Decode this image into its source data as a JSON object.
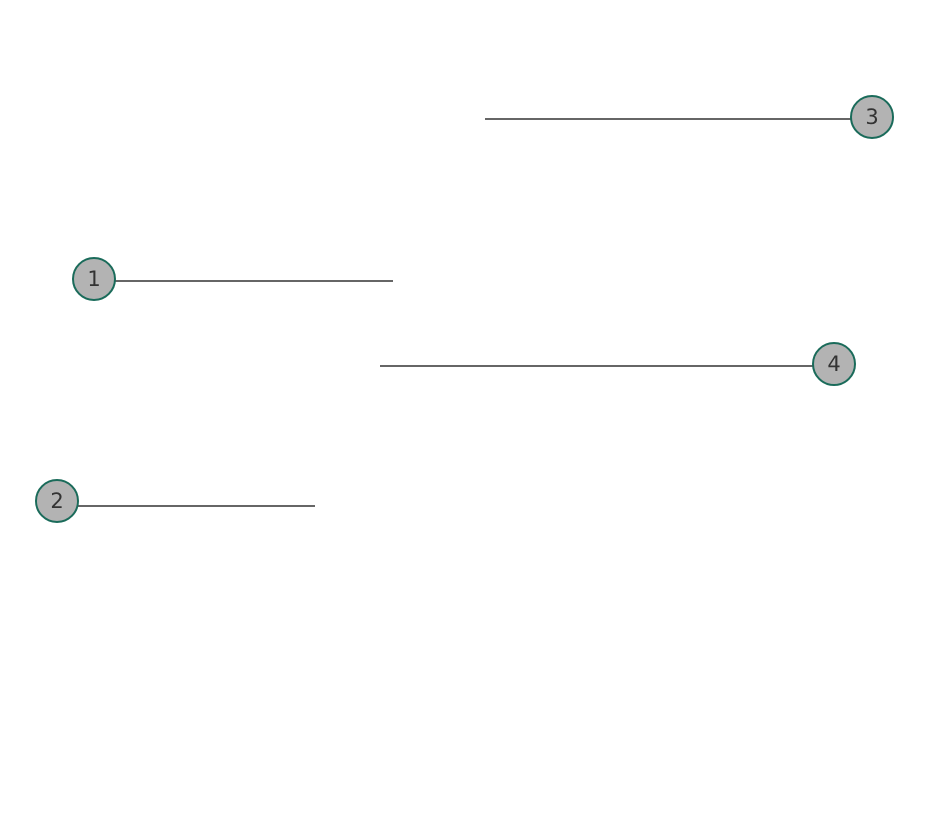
{
  "colors": {
    "background": "#ffffff",
    "leader_line": "#333333",
    "marker_fill": "#b3b3b3",
    "marker_outline": "#1a6b5a",
    "marker_text": "#333333"
  },
  "callouts": [
    {
      "number": "3"
    },
    {
      "number": "1"
    },
    {
      "number": "4"
    },
    {
      "number": "2"
    }
  ]
}
